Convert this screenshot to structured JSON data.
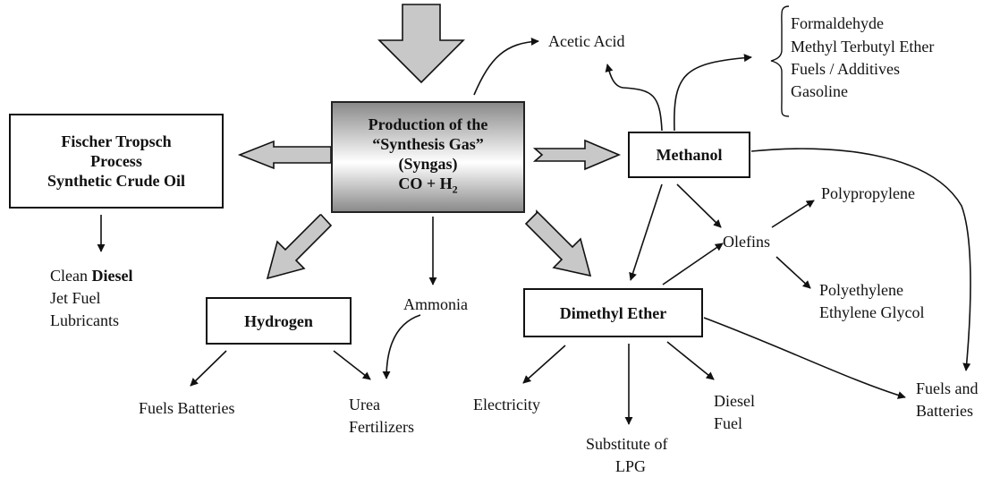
{
  "center": {
    "line1": "Production of the",
    "line2": "“Synthesis Gas”",
    "line3": "(Syngas)",
    "line4_prefix": "CO + H",
    "line4_sub": "2"
  },
  "fischer": {
    "line1": "Fischer  Tropsch",
    "line2": "Process",
    "line3": "Synthetic Crude Oil"
  },
  "fischer_products": {
    "clean": "Clean ",
    "diesel": "Diesel",
    "jet_fuel": "Jet Fuel",
    "lubricants": "Lubricants"
  },
  "methanol": {
    "label": "Methanol"
  },
  "acetic_acid": "Acetic Acid",
  "methanol_products": [
    "Formaldehyde",
    "Methyl Terbutyl Ether",
    "Fuels / Additives",
    "Gasoline"
  ],
  "olefins": "Olefins",
  "polypropylene": "Polypropylene",
  "polyethylene": "Polyethylene",
  "ethylene_glycol": "Ethylene Glycol",
  "hydrogen": {
    "label": "Hydrogen"
  },
  "fuels_batteries_left": "Fuels Batteries",
  "urea": {
    "line1": "Urea",
    "line2": "Fertilizers"
  },
  "ammonia": "Ammonia",
  "dme": {
    "label": "Dimethyl Ether"
  },
  "electricity": "Electricity",
  "lpg": {
    "line1": "Substitute of",
    "line2": "LPG"
  },
  "diesel_fuel": {
    "line1": "Diesel",
    "line2": "Fuel"
  },
  "fuels_batteries_right": {
    "line1": "Fuels and",
    "line2": "Batteries"
  }
}
